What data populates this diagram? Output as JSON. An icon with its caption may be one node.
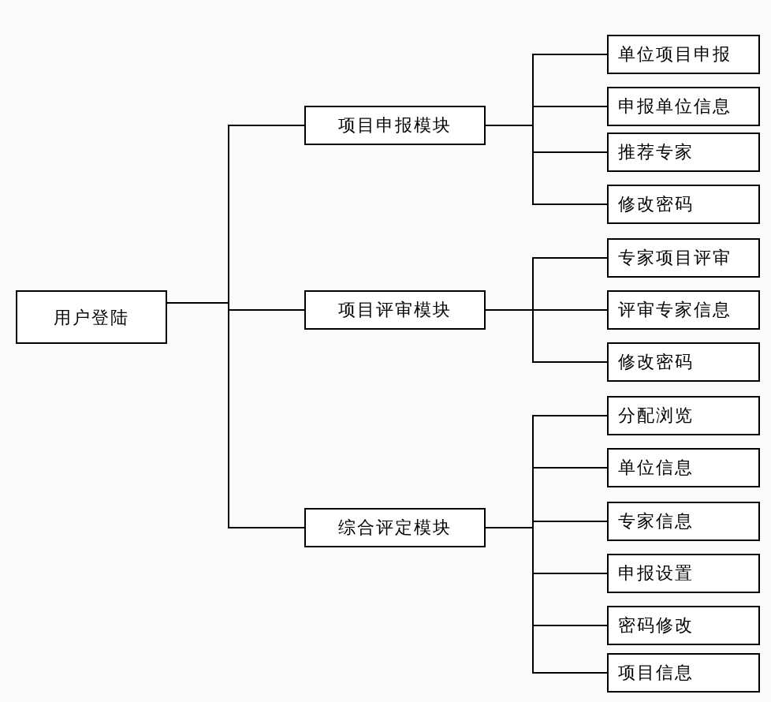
{
  "diagram": {
    "nodes": [
      {
        "text": [
          "用户登陆"
        ]
      },
      {
        "text": [
          "项目申报模块"
        ]
      },
      {
        "text": [
          "项目评审模块"
        ]
      },
      {
        "text": [
          "综合评定模块"
        ]
      },
      {
        "text": [
          "单位项目申报"
        ]
      },
      {
        "text": [
          "申报单位信息"
        ]
      },
      {
        "text": [
          "推荐专家"
        ]
      },
      {
        "text": [
          "修改密码"
        ]
      },
      {
        "text": [
          "专家项目评审"
        ]
      },
      {
        "text": [
          "评审专家信息"
        ]
      },
      {
        "text": [
          "修改密码"
        ]
      },
      {
        "text": [
          "分配浏览"
        ]
      },
      {
        "text": [
          "单位信息"
        ]
      },
      {
        "text": [
          "专家信息"
        ]
      },
      {
        "text": [
          "申报设置"
        ]
      },
      {
        "text": [
          "密码修改"
        ]
      },
      {
        "text": [
          "项目信息"
        ]
      }
    ],
    "edges": [
      {
        "from": 0,
        "to": 1,
        "arrow": "none"
      },
      {
        "from": 0,
        "to": 2,
        "arrow": "none"
      },
      {
        "from": 0,
        "to": 3,
        "arrow": "none"
      },
      {
        "from": 1,
        "to": 4,
        "arrow": "none"
      },
      {
        "from": 1,
        "to": 5,
        "arrow": "none"
      },
      {
        "from": 1,
        "to": 6,
        "arrow": "none"
      },
      {
        "from": 1,
        "to": 7,
        "arrow": "none"
      },
      {
        "from": 2,
        "to": 8,
        "arrow": "none"
      },
      {
        "from": 2,
        "to": 9,
        "arrow": "none"
      },
      {
        "from": 2,
        "to": 10,
        "arrow": "none"
      },
      {
        "from": 3,
        "to": 11,
        "arrow": "none"
      },
      {
        "from": 3,
        "to": 12,
        "arrow": "none"
      },
      {
        "from": 3,
        "to": 13,
        "arrow": "none"
      },
      {
        "from": 3,
        "to": 14,
        "arrow": "none"
      },
      {
        "from": 3,
        "to": 15,
        "arrow": "none"
      },
      {
        "from": 3,
        "to": 16,
        "arrow": "none"
      }
    ]
  }
}
